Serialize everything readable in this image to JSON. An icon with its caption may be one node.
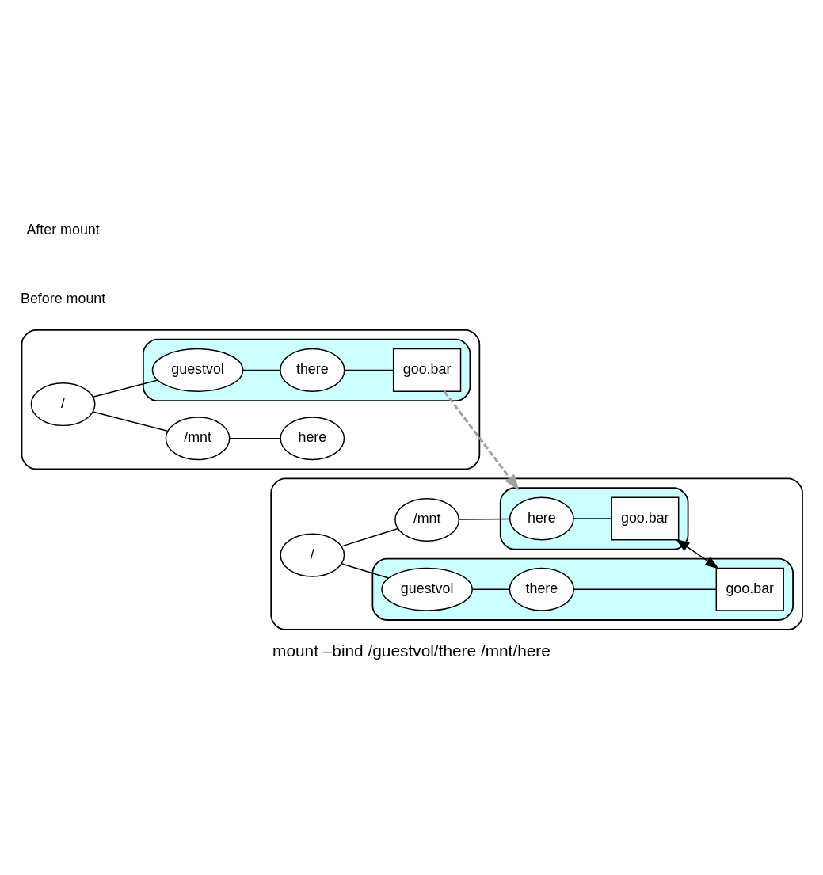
{
  "diagram": {
    "caption": "mount –bind /guestvol/there /mnt/here",
    "nodes": [
      {
        "text": [],
        "shape": "ellipse"
      },
      {
        "text": [
          "/"
        ],
        "in": 0
      },
      {
        "text": [
          "/mnt"
        ],
        "in": 0
      },
      {
        "text": [
          "here"
        ],
        "in": 0
      },
      {
        "text": [],
        "shape": "ellipse",
        "in": 0
      },
      {
        "text": [
          "guestvol"
        ],
        "in": 4
      },
      {
        "text": [
          "there"
        ],
        "in": 4
      },
      {
        "text": [
          "goo.bar"
        ],
        "in": 4
      },
      {
        "text": [],
        "shape": "ellipse"
      },
      {
        "text": [
          "/"
        ],
        "in": 8
      },
      {
        "text": [
          "/mnt"
        ],
        "in": 8
      },
      {
        "text": [],
        "shape": "ellipse",
        "in": 8
      },
      {
        "text": [
          "here"
        ],
        "in": 11
      },
      {
        "text": [
          "goo.bar"
        ],
        "in": 11
      },
      {
        "text": [],
        "shape": "ellipse",
        "in": 8
      },
      {
        "text": [
          "guestvol"
        ],
        "in": 14
      },
      {
        "text": [
          "there"
        ],
        "in": 14
      },
      {
        "text": [
          "goo.bar"
        ],
        "in": 14
      }
    ],
    "edges": [
      {
        "from": 1,
        "to": 2,
        "arrow": "none"
      },
      {
        "from": 1,
        "to": 5,
        "arrow": "none"
      },
      {
        "from": 2,
        "to": 3,
        "arrow": "none"
      },
      {
        "from": 5,
        "to": 6,
        "arrow": "none"
      },
      {
        "from": 6,
        "to": 7,
        "arrow": "none"
      },
      {
        "from": 7,
        "to": 11,
        "arrow": "to",
        "style": "dashed",
        "color": "#a0a0a0"
      },
      {
        "from": 9,
        "to": 10,
        "arrow": "none"
      },
      {
        "from": 9,
        "to": 15,
        "arrow": "none"
      },
      {
        "from": 10,
        "to": 12,
        "arrow": "none"
      },
      {
        "from": 12,
        "to": 13,
        "arrow": "none"
      },
      {
        "from": 15,
        "to": 16,
        "arrow": "none"
      },
      {
        "from": 16,
        "to": 17,
        "arrow": "none"
      },
      {
        "from": 13,
        "to": 17,
        "arrow": "both"
      }
    ],
    "labels": [
      "Before mount",
      "After mount"
    ]
  }
}
